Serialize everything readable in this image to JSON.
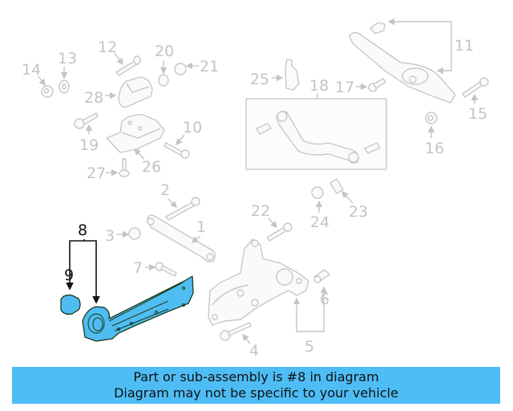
{
  "diagram": {
    "highlighted_part": "8",
    "highlight_color": "#4fbdf2",
    "line_color": "#c4c4c4",
    "callouts": {
      "c1": "1",
      "c2": "2",
      "c3": "3",
      "c4": "4",
      "c5": "5",
      "c6": "6",
      "c7": "7",
      "c8": "8",
      "c9": "9",
      "c10": "10",
      "c11": "11",
      "c12": "12",
      "c13": "13",
      "c14": "14",
      "c15": "15",
      "c16": "16",
      "c17": "17",
      "c18": "18",
      "c19": "19",
      "c20": "20",
      "c21": "21",
      "c22": "22",
      "c23": "23",
      "c24": "24",
      "c25": "25",
      "c26": "26",
      "c27": "27",
      "c28": "28"
    }
  },
  "banner": {
    "line1": "Part or sub-assembly is #8 in diagram",
    "line2": "Diagram may not be specific to your vehicle",
    "background": "#4fbdf5"
  }
}
